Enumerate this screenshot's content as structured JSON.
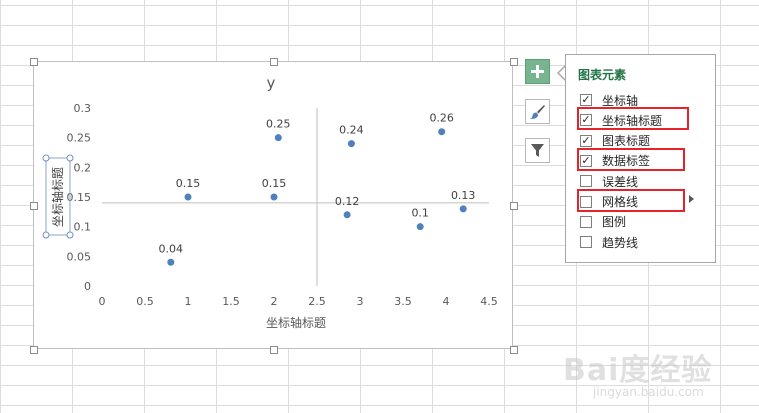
{
  "chart_data": {
    "type": "scatter",
    "title": "y",
    "xlabel": "坐标轴标题",
    "ylabel": "坐标轴标题",
    "xlim": [
      0,
      4.5
    ],
    "ylim": [
      0,
      0.3
    ],
    "xticks": [
      "0",
      "0.5",
      "1",
      "1.5",
      "2",
      "2.5",
      "3",
      "3.5",
      "4",
      "4.5"
    ],
    "yticks": [
      "0",
      "0.05",
      "0.1",
      "0.15",
      "0.2",
      "0.25",
      "0.3"
    ],
    "axes_cross_x": 2.5,
    "axes_cross_y": 0.14,
    "grid": false,
    "legend": false,
    "marker_color": "#4f81bd",
    "points": [
      {
        "x": 0.8,
        "y": 0.04,
        "label": "0.04"
      },
      {
        "x": 1.0,
        "y": 0.15,
        "label": "0.15"
      },
      {
        "x": 2.0,
        "y": 0.15,
        "label": "0.15"
      },
      {
        "x": 2.05,
        "y": 0.25,
        "label": "0.25"
      },
      {
        "x": 2.9,
        "y": 0.24,
        "label": "0.24"
      },
      {
        "x": 2.85,
        "y": 0.12,
        "label": "0.12"
      },
      {
        "x": 3.7,
        "y": 0.1,
        "label": "0.1"
      },
      {
        "x": 3.95,
        "y": 0.26,
        "label": "0.26"
      },
      {
        "x": 4.2,
        "y": 0.13,
        "label": "0.13"
      }
    ]
  },
  "side_buttons": [
    {
      "name": "chart-elements-button",
      "icon": "plus-icon",
      "active": true
    },
    {
      "name": "chart-styles-button",
      "icon": "brush-icon",
      "active": false
    },
    {
      "name": "chart-filters-button",
      "icon": "filter-icon",
      "active": false
    }
  ],
  "panel": {
    "title": "图表元素",
    "accent": "#217346",
    "options": [
      {
        "label": "坐标轴",
        "checked": true,
        "highlight": false
      },
      {
        "label": "坐标轴标题",
        "checked": true,
        "highlight": true
      },
      {
        "label": "图表标题",
        "checked": true,
        "highlight": false
      },
      {
        "label": "数据标签",
        "checked": true,
        "highlight": true
      },
      {
        "label": "误差线",
        "checked": false,
        "highlight": false
      },
      {
        "label": "网格线",
        "checked": false,
        "highlight": true
      },
      {
        "label": "图例",
        "checked": false,
        "highlight": false
      },
      {
        "label": "趋势线",
        "checked": false,
        "highlight": false
      }
    ],
    "highlight_color": "#e5232a"
  },
  "watermark": {
    "logo": "Bai度经验",
    "site": "jingyan.baidu.com"
  }
}
